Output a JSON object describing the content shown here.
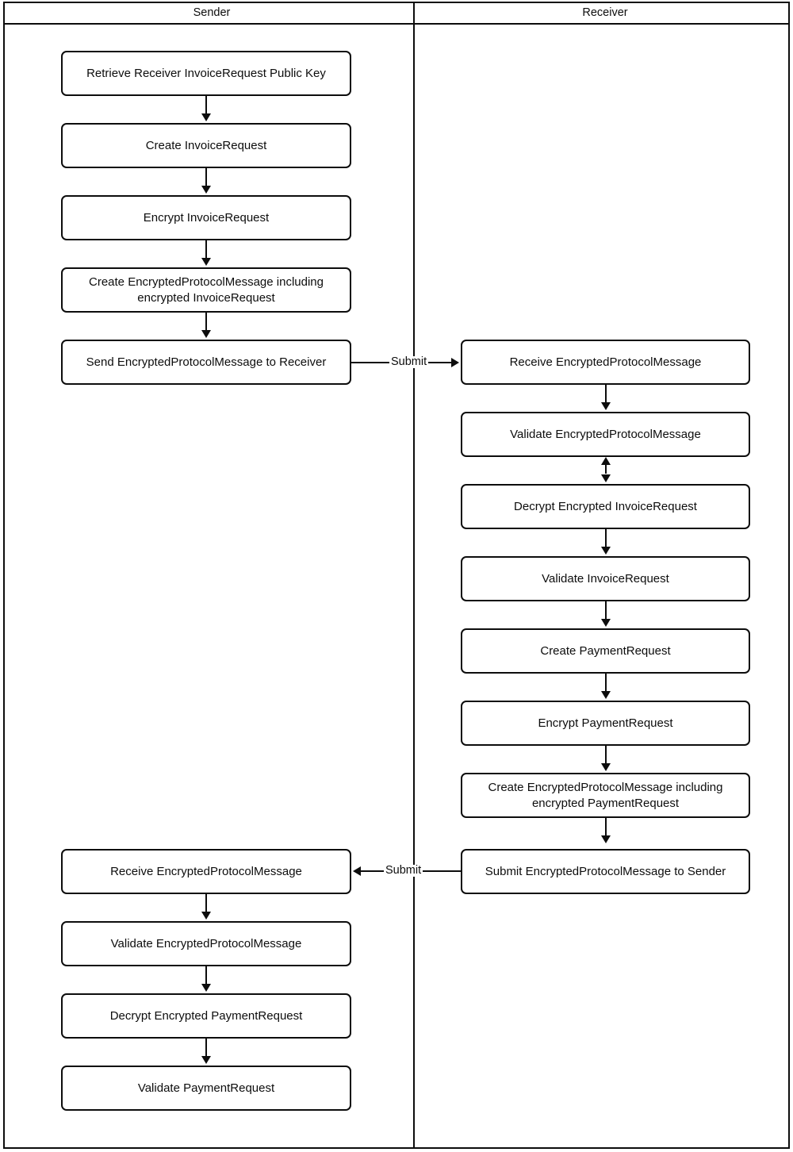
{
  "diagram": {
    "type": "swimlane-flowchart",
    "title": "",
    "colors": {
      "stroke": "#0d0d0d",
      "fill": "#ffffff",
      "text": "#0d0d0d"
    },
    "lanes": [
      {
        "id": "sender",
        "label": "Sender"
      },
      {
        "id": "receiver",
        "label": "Receiver"
      }
    ],
    "nodes": {
      "sender": [
        {
          "id": "s1",
          "label": "Retrieve Receiver InvoiceRequest Public Key"
        },
        {
          "id": "s2",
          "label": "Create InvoiceRequest"
        },
        {
          "id": "s3",
          "label": "Encrypt InvoiceRequest"
        },
        {
          "id": "s4",
          "label": "Create EncryptedProtocolMessage including encrypted InvoiceRequest"
        },
        {
          "id": "s5",
          "label": "Send EncryptedProtocolMessage to Receiver"
        },
        {
          "id": "s6",
          "label": "Receive EncryptedProtocolMessage"
        },
        {
          "id": "s7",
          "label": "Validate EncryptedProtocolMessage"
        },
        {
          "id": "s8",
          "label": "Decrypt Encrypted PaymentRequest"
        },
        {
          "id": "s9",
          "label": "Validate PaymentRequest"
        }
      ],
      "receiver": [
        {
          "id": "r1",
          "label": "Receive EncryptedProtocolMessage"
        },
        {
          "id": "r2",
          "label": "Validate EncryptedProtocolMessage"
        },
        {
          "id": "r3",
          "label": "Decrypt Encrypted InvoiceRequest"
        },
        {
          "id": "r4",
          "label": "Validate InvoiceRequest"
        },
        {
          "id": "r5",
          "label": "Create PaymentRequest"
        },
        {
          "id": "r6",
          "label": "Encrypt PaymentRequest"
        },
        {
          "id": "r7",
          "label": "Create EncryptedProtocolMessage including encrypted PaymentRequest"
        },
        {
          "id": "r8",
          "label": "Submit EncryptedProtocolMessage to Sender"
        }
      ]
    },
    "edge_labels": {
      "submit_to_receiver": "Submit",
      "submit_to_sender": "Submit"
    }
  }
}
